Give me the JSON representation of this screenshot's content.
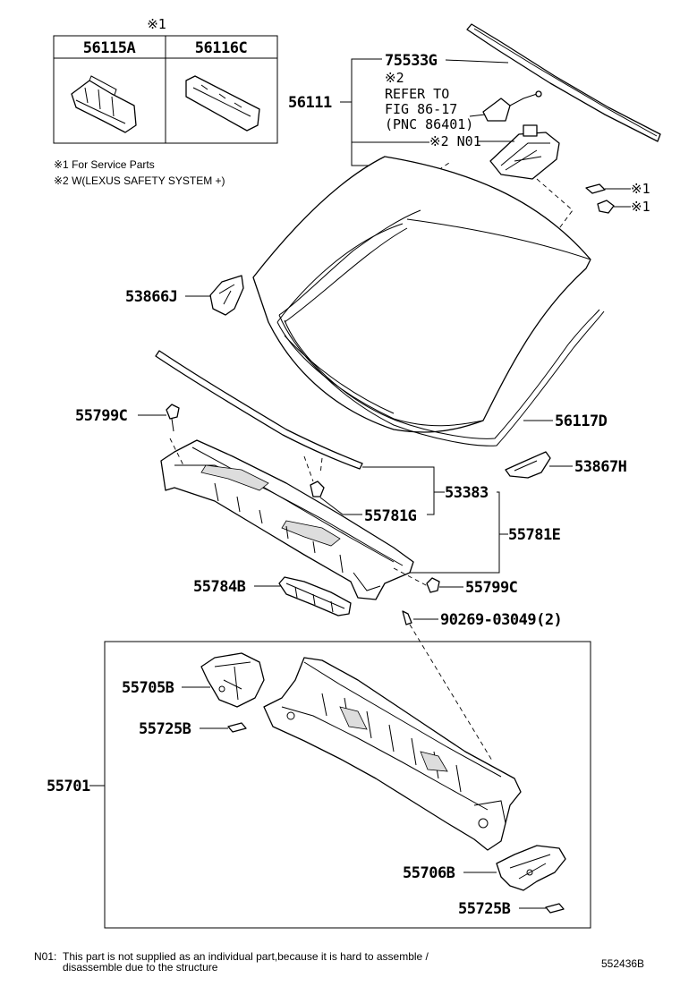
{
  "table": {
    "mark": "※1",
    "col1": "56115A",
    "col2": "56116C"
  },
  "notes": {
    "n1": "※1  For Service Parts",
    "n2": "※2  W(LEXUS SAFETY SYSTEM +)"
  },
  "refer": {
    "mark": "※2",
    "line1": "REFER TO",
    "line2": "FIG 86-17",
    "line3": "(PNC 86401)"
  },
  "callouts": {
    "p75533G": "75533G",
    "p56111": "56111",
    "pN01": "※2 N01",
    "mark1a": "※1",
    "mark1b": "※1",
    "p53866J": "53866J",
    "p55799C_top": "55799C",
    "p56117D": "56117D",
    "p53867H": "53867H",
    "p53383": "53383",
    "p55781G": "55781G",
    "p55781E": "55781E",
    "p55784B": "55784B",
    "p55799C_bot": "55799C",
    "p90269": "90269-03049(2)",
    "p55705B": "55705B",
    "p55725B_a": "55725B",
    "p55701": "55701",
    "p55706B": "55706B",
    "p55725B_b": "55725B"
  },
  "footer": {
    "n01_label": "N01:",
    "n01_line1": "This part is not supplied as an individual part,because it is hard to assemble /",
    "n01_line2": "disassemble due to the structure",
    "figure_id": "552436B"
  }
}
